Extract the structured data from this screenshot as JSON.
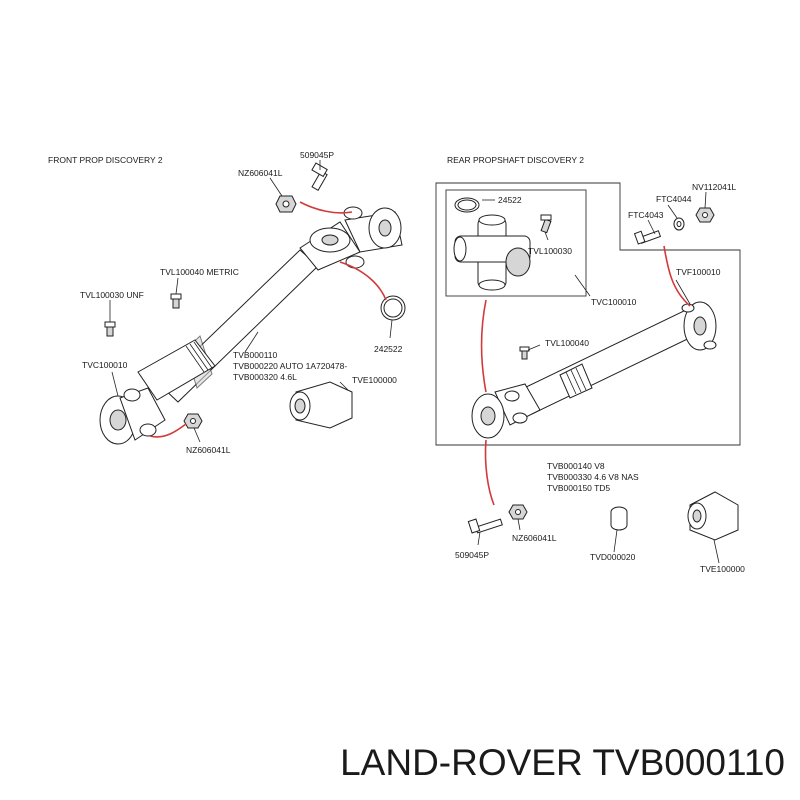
{
  "diagram": {
    "front_title": "FRONT PROP DISCOVERY 2",
    "rear_title": "REAR PROPSHAFT DISCOVERY 2",
    "brand_caption": "LAND-ROVER TVB000110",
    "labels": {
      "front_bolt_509045P": "509045P",
      "front_nut_top": "NZ606041L",
      "tvl100040_metric": "TVL100040 METRIC",
      "tvl100030_unf": "TVL100030 UNF",
      "tvc100010_front": "TVC100010",
      "tvb_front_line1": "TVB000110",
      "tvb_front_line2": "TVB000220 AUTO 1A720478-",
      "tvb_front_line3": "TVB000320 4.6L",
      "circlip_242522": "242522",
      "tve100000_front": "TVE100000",
      "front_nut_bottom": "NZ606041L",
      "circlip_24522": "24522",
      "tvl100030_rear": "TVL100030",
      "tvc100010_rear": "TVC100010",
      "ftc4044": "FTC4044",
      "nv112041l": "NV112041L",
      "ftc4043": "FTC4043",
      "tvf100010": "TVF100010",
      "tvl100040_rear": "TVL100040",
      "tvb_rear_line1": "TVB000140 V8",
      "tvb_rear_line2": "TVB000330 4.6 V8 NAS",
      "tvb_rear_line3": "TVB000150 TD5",
      "rear_bolt_509045P": "509045P",
      "rear_nut": "NZ606041L",
      "tvd000020": "TVD000020",
      "tve100000_rear": "TVE100000"
    },
    "colors": {
      "outline": "#222222",
      "leader_red": "#d23a3a",
      "part_shade": "#d6d6d6"
    }
  }
}
